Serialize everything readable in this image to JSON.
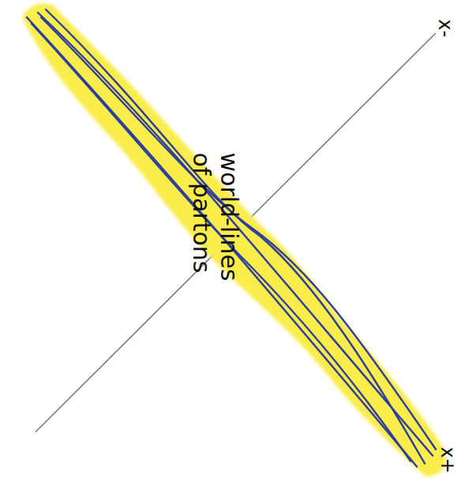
{
  "diagram": {
    "labels": [
      "x-",
      "x+",
      "world-lines of partons"
    ]
  }
}
